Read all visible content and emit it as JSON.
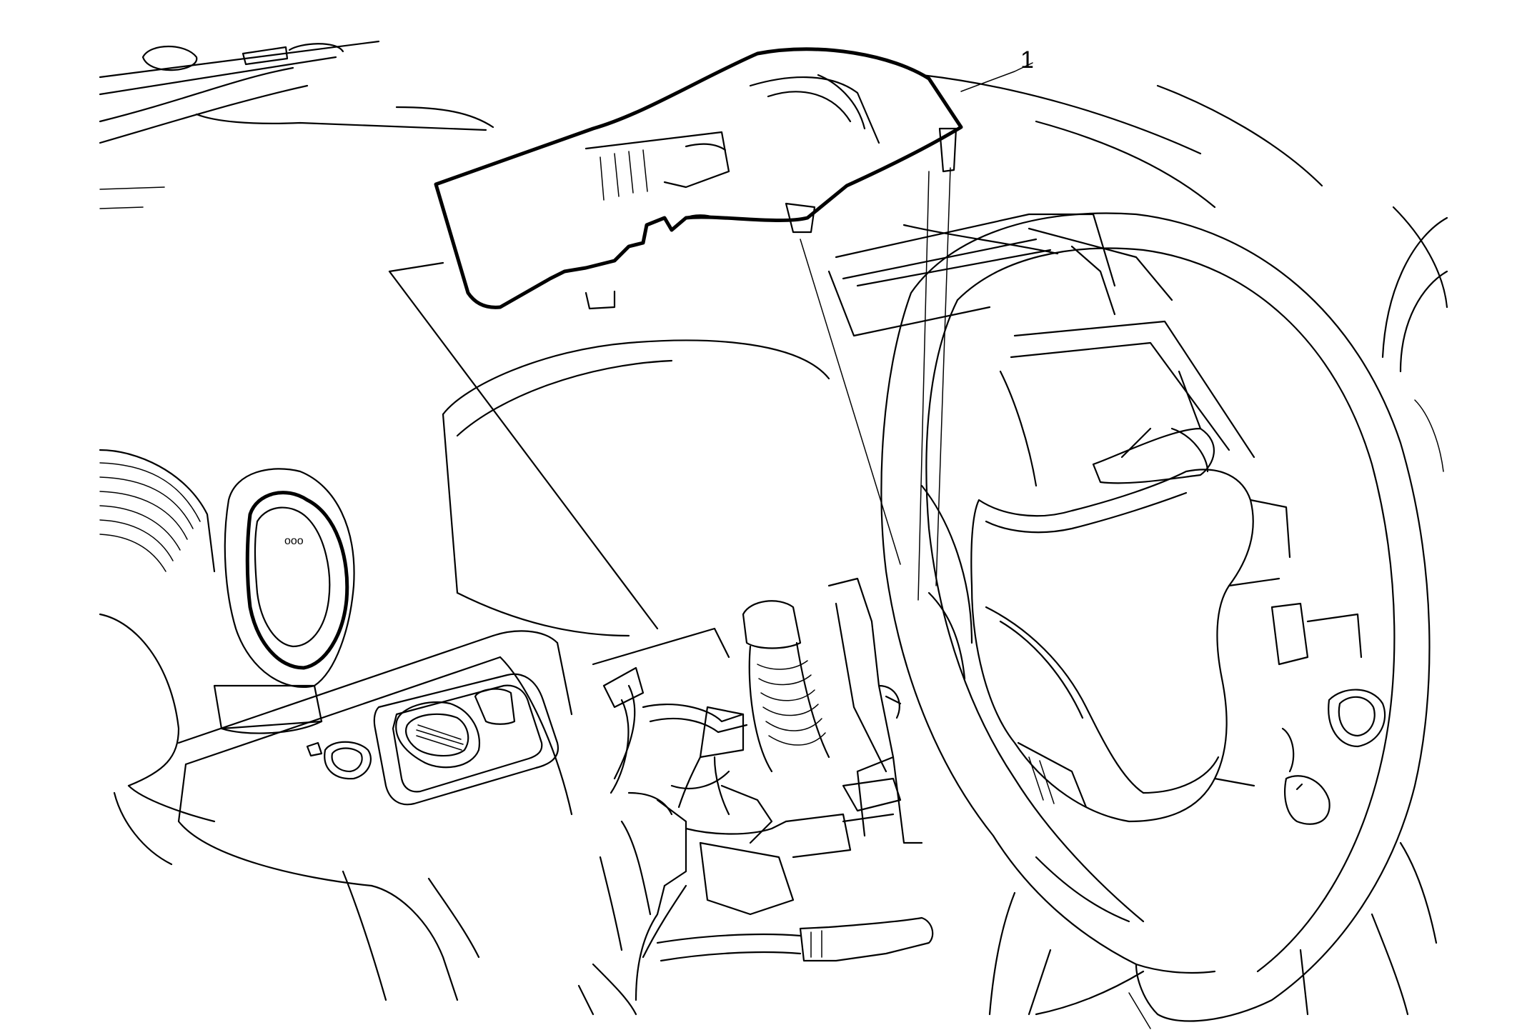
{
  "diagram": {
    "callouts": [
      {
        "id": "callout-1",
        "label": "1"
      }
    ],
    "vent_dots_label": "ooo"
  }
}
